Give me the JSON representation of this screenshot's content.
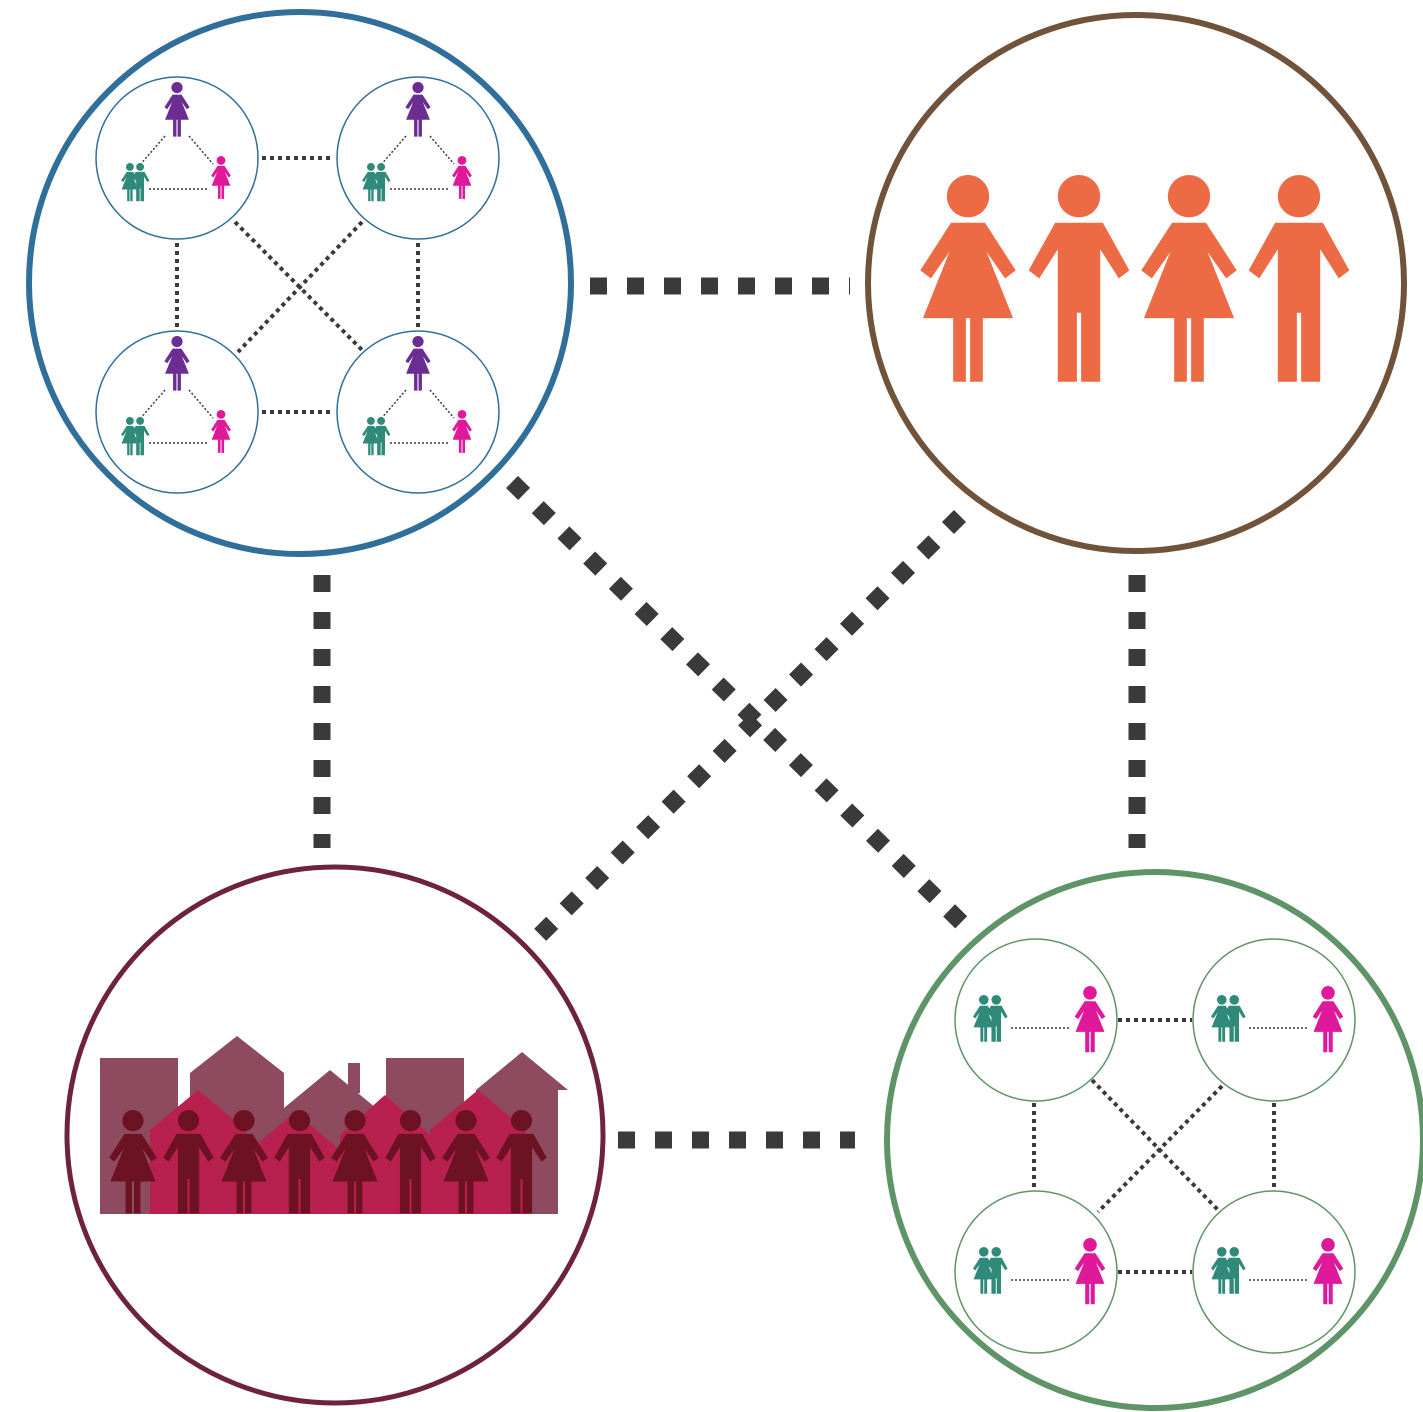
{
  "colors": {
    "household_cluster_ring": "#2f6f9a",
    "peer_group_ring": "#70533a",
    "community_ring": "#6e2438",
    "youth_cluster_ring": "#5f9468",
    "connector": "#3a3a3a",
    "adult_woman": "#6b2d91",
    "youth": "#2f8a7a",
    "girl": "#e0189a",
    "peer": "#ec6a44",
    "community_person": "#6c1222",
    "house_light": "#9a4a62",
    "house_mid": "#b8204f",
    "house_pale": "#8e4a5e"
  },
  "nodes": [
    {
      "id": "household-cluster",
      "icon": "household-network-icon"
    },
    {
      "id": "peer-group",
      "icon": "peer-group-icon"
    },
    {
      "id": "community",
      "icon": "community-icon"
    },
    {
      "id": "youth-cluster",
      "icon": "youth-network-icon"
    }
  ],
  "edges": [
    {
      "from": "household-cluster",
      "to": "peer-group"
    },
    {
      "from": "household-cluster",
      "to": "community"
    },
    {
      "from": "household-cluster",
      "to": "youth-cluster"
    },
    {
      "from": "peer-group",
      "to": "community"
    },
    {
      "from": "peer-group",
      "to": "youth-cluster"
    },
    {
      "from": "community",
      "to": "youth-cluster"
    }
  ]
}
